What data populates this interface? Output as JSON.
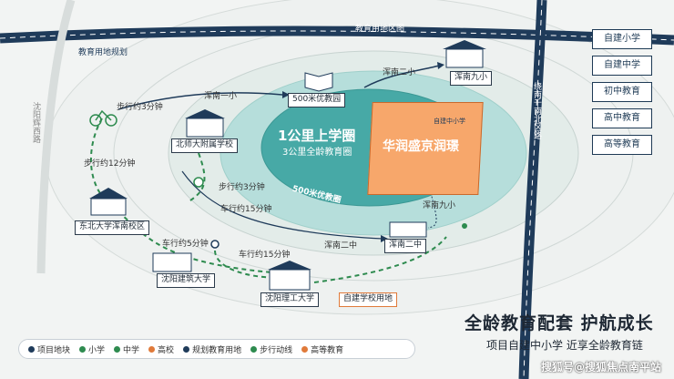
{
  "roads": {
    "top": "教育用地区图",
    "left": "沈阳辉西路",
    "right": "绕南千南北区路",
    "planning": "教育用地规划"
  },
  "map_labels": {
    "circle_1km": "1公里上学圈",
    "circle_3km": "3公里全龄教育圈",
    "ring_500": "500米优教圈",
    "project_name": "华润盛京润璟",
    "project_badge": "自建中小学",
    "hunnan_9": "浑南九小",
    "hunnan_9_small": "浑南九小",
    "hunnan_2": "浑南二中",
    "hunnan_2_route": "浑南二中",
    "hunnan_2_route_top": "浑南二小",
    "hunnan_1": "浑南一小",
    "walk_3_1": "步行约3分钟",
    "walk_12": "步行约12分钟",
    "walk_3_2": "步行约3分钟",
    "drive_15_1": "车行约15分钟",
    "drive_5": "车行约5分钟",
    "drive_15_2": "车行约15分钟"
  },
  "schools": {
    "school_500": "500米优教园",
    "bnu": "北师大附属学校",
    "neu": "东北大学浑南校区",
    "sjzu": "沈阳建筑大学",
    "sut": "沈阳理工大学",
    "self_built": "自建学校用地"
  },
  "sidebar": [
    "自建小学",
    "自建中学",
    "初中教育",
    "高中教育",
    "高等教育"
  ],
  "legend": [
    {
      "label": "项目地块",
      "color": "#1f3b5a"
    },
    {
      "label": "小学",
      "color": "#2e8b4f"
    },
    {
      "label": "中学",
      "color": "#2e8b4f"
    },
    {
      "label": "高校",
      "color": "#e07a3a"
    },
    {
      "label": "规划教育用地",
      "color": "#1f3b5a"
    },
    {
      "label": "步行动线",
      "color": "#2e8b4f"
    },
    {
      "label": "高等教育",
      "color": "#e07a3a"
    }
  ],
  "slogan": {
    "title": "全龄教育配套 护航成长",
    "subtitle": "项目自建中小学 近享全龄教育链"
  },
  "watermark": "搜狐号@搜狐焦点南平站"
}
